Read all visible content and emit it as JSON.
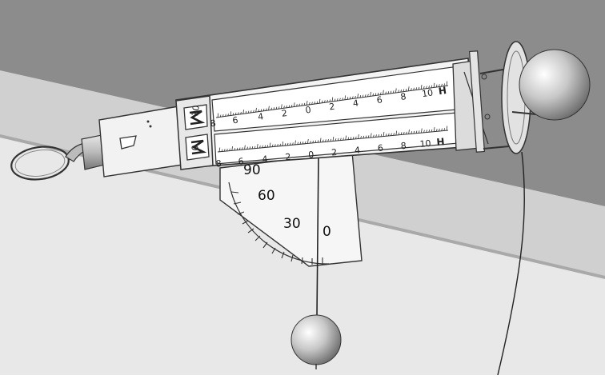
{
  "device": {
    "upper_scale_labels": [
      "8",
      "6",
      "4",
      "2",
      "0",
      "2",
      "4",
      "6",
      "8",
      "10"
    ],
    "lower_scale_labels": [
      "8",
      "6",
      "4",
      "2",
      "0",
      "2",
      "4",
      "6",
      "8",
      "10"
    ],
    "upper_unit": "H",
    "lower_unit": "H",
    "block_upper_text": "10",
    "block_lower_text": "0"
  },
  "protractor": {
    "labels": [
      "90",
      "60",
      "30",
      "0"
    ]
  },
  "colors": {
    "back_wall": "#8c8c8c",
    "floor": "#e6e6e6",
    "table_top": "#d2d2d2",
    "table_front": "#bdbdbd",
    "device_body": "#f4f4f4",
    "ball": "#bfbfbf"
  }
}
